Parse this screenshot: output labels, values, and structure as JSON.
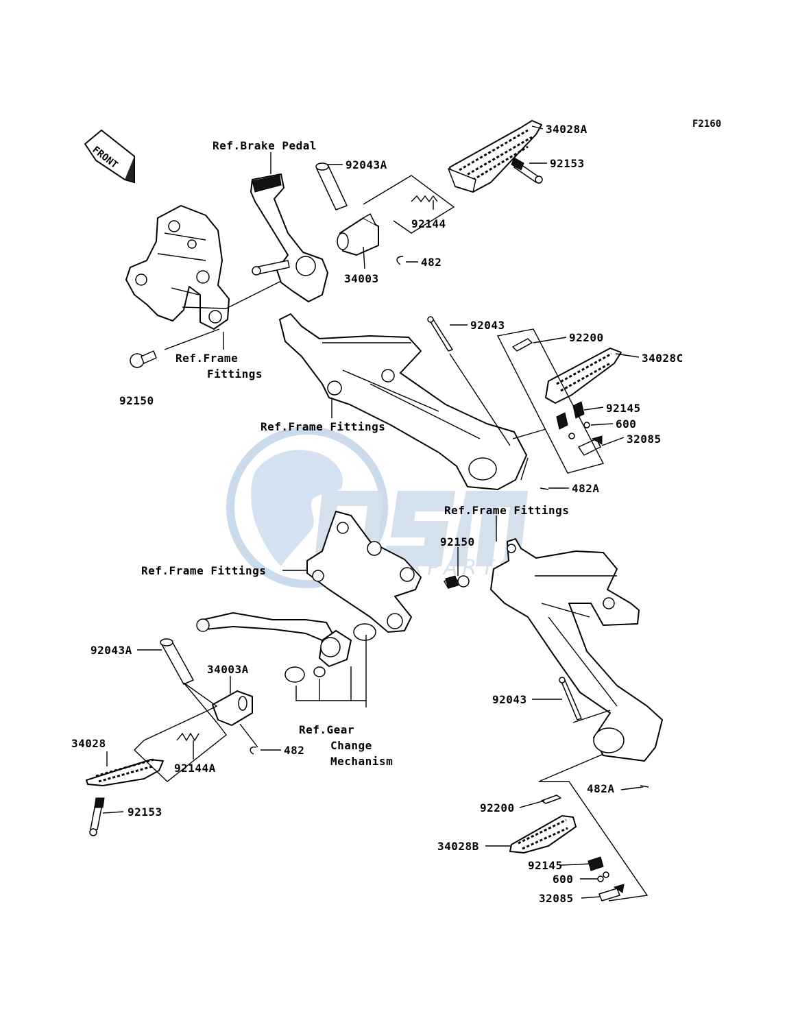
{
  "diagram_code": "F2160",
  "direction_badge": "FRONT",
  "watermark": {
    "brand": "OSM",
    "subtitle": "MOTORPARTS",
    "globe_color": "#b9cfe6",
    "brand_color": "#c7d6e8"
  },
  "labels": {
    "p34028A": "34028A",
    "p92153_top": "92153",
    "p92043A_top": "92043A",
    "ref_brake_pedal": "Ref.Brake Pedal",
    "p92144": "92144",
    "p482_top": "482",
    "p34003": "34003",
    "ref_frame_fittings_a1": "Ref.Frame",
    "ref_frame_fittings_a2": "Fittings",
    "p92150_left": "92150",
    "p92043_right": "92043",
    "p92200_top": "92200",
    "p34028C": "34028C",
    "p92145_top": "92145",
    "p600_top": "600",
    "p32085_top": "32085",
    "ref_frame_fittings_b": "Ref.Frame Fittings",
    "p482A_top": "482A",
    "ref_frame_fittings_c": "Ref.Frame Fittings",
    "p92150_mid": "92150",
    "ref_frame_fittings_d": "Ref.Frame Fittings",
    "p92043A_bottom": "92043A",
    "p34003A": "34003A",
    "p34028": "34028",
    "p92144A": "92144A",
    "p482_bottom": "482",
    "ref_gear_1": "Ref.Gear",
    "ref_gear_2": "Change",
    "ref_gear_3": "Mechanism",
    "p92153_bottom": "92153",
    "p92043_bottom": "92043",
    "p482A_bottom": "482A",
    "p92200_bottom": "92200",
    "p34028B": "34028B",
    "p92145_bottom": "92145",
    "p600_bottom": "600",
    "p32085_bottom": "32085"
  }
}
